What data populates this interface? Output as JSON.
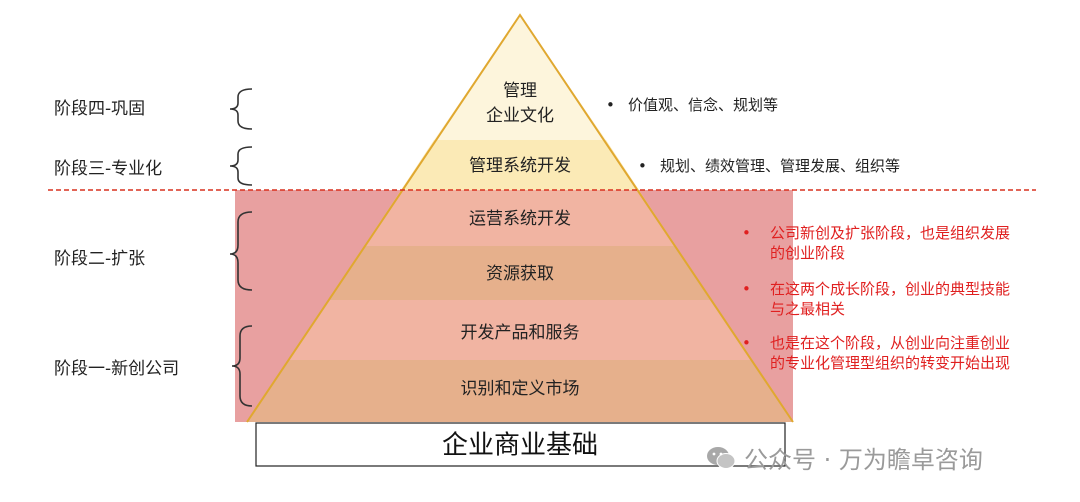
{
  "stages": [
    {
      "label": "阶段四-巩固"
    },
    {
      "label": "阶段三-专业化"
    },
    {
      "label": "阶段二-扩张"
    },
    {
      "label": "阶段一-新创公司"
    }
  ],
  "pyramid": {
    "top_line1": "管理",
    "top_line2": "企业文化",
    "levels": [
      "管理系统开发",
      "运营系统开发",
      "资源获取",
      "开发产品和服务",
      "识别和定义市场"
    ],
    "base": "企业商业基础"
  },
  "bullets": [
    "价值观、信念、规划等",
    "规划、绩效管理、管理发展、组织等"
  ],
  "red_bullets": [
    {
      "line1": "公司新创及扩张阶段，也是组织发展",
      "line2": "的创业阶段"
    },
    {
      "line1": "在这两个成长阶段，创业的典型技能",
      "line2": "与之最相关"
    },
    {
      "line1": "也是在这个阶段，从创业向注重创业",
      "line2": "的专业化管理型组织的转变开始出现"
    }
  ],
  "bullet_symbol": "•",
  "watermark": "公众号 · 万为瞻卓咨询",
  "colors": {
    "top": "#fdf5dc",
    "level_mgmt": "#fbeab6",
    "red_band": "#e8a0a0",
    "ops": "#f1b4a2",
    "resource": "#e6b08c",
    "product": "#f1b4a2",
    "market": "#e6b08c",
    "pyramid_stroke": "#e0a830",
    "divider": "#d9301e",
    "red_text": "#e02020"
  }
}
